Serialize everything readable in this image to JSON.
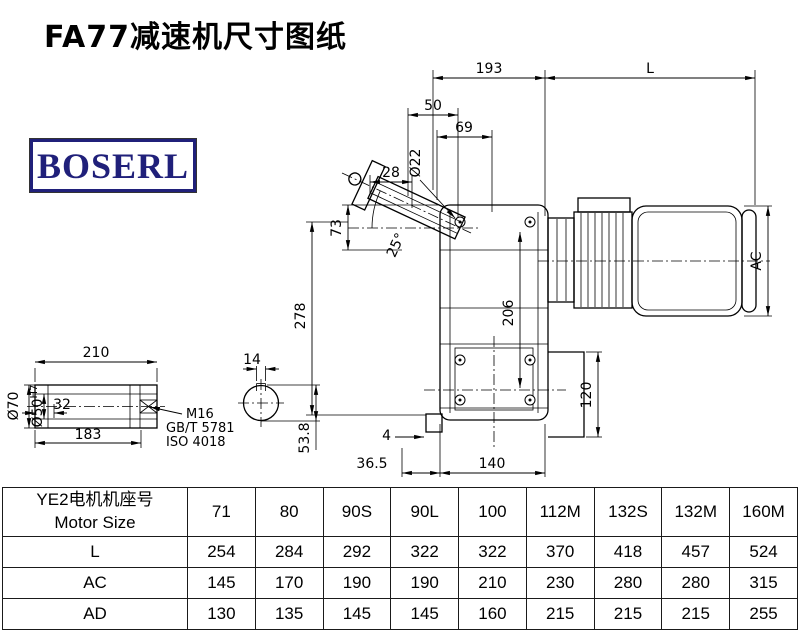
{
  "page": {
    "title": "FA77减速机尺寸图纸",
    "logo_text": "BOSERL"
  },
  "drawing": {
    "dims": {
      "w193": "193",
      "L": "L",
      "w50": "50",
      "w69": "69",
      "dia22": "Ø22",
      "w28": "28",
      "h73": "73",
      "ang25": "25°",
      "h278": "278",
      "h206": "206",
      "AC": "AC",
      "h120": "120",
      "lip4": "4",
      "w36_5": "36.5",
      "w140": "140",
      "shaft_len": "210",
      "key_w": "14",
      "dia70": "Ø70",
      "dia50": "Ø50",
      "dia50_tol": "H7",
      "w32": "32",
      "w183": "183",
      "thread": "M16",
      "std1": "GB/T 5781",
      "std2": "ISO 4018",
      "key_h": "53.8"
    }
  },
  "table": {
    "header_line1": "YE2电机机座号",
    "header_line2": "Motor Size",
    "columns": [
      "71",
      "80",
      "90S",
      "90L",
      "100",
      "112M",
      "132S",
      "132M",
      "160M"
    ],
    "rows": [
      {
        "label": "L",
        "values": [
          "254",
          "284",
          "292",
          "322",
          "322",
          "370",
          "418",
          "457",
          "524"
        ]
      },
      {
        "label": "AC",
        "values": [
          "145",
          "170",
          "190",
          "190",
          "210",
          "230",
          "280",
          "280",
          "315"
        ]
      },
      {
        "label": "AD",
        "values": [
          "130",
          "135",
          "145",
          "145",
          "160",
          "215",
          "215",
          "215",
          "255"
        ]
      }
    ]
  }
}
